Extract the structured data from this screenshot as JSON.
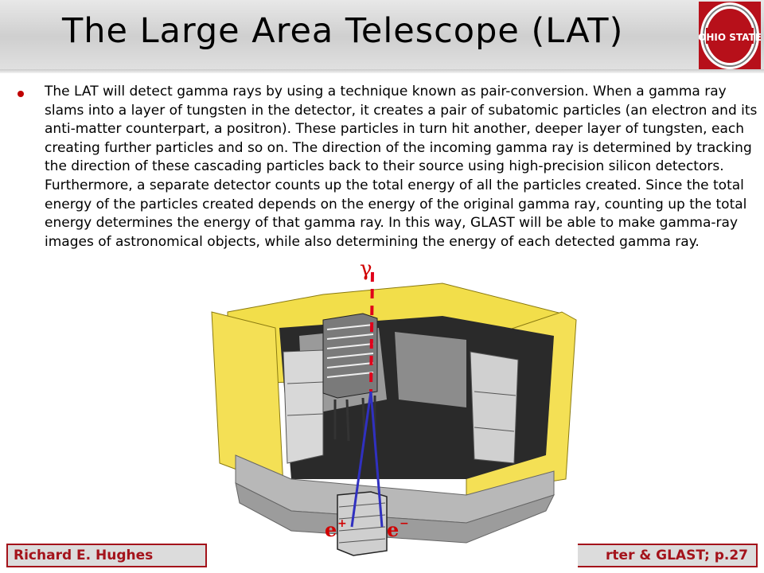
{
  "slide": {
    "title": "The Large Area Telescope (LAT)",
    "bullet_text": "The LAT will detect gamma rays by using a technique known as pair-conversion. When a gamma ray slams into a layer of tungsten in the detector, it creates a pair of subatomic particles (an electron and its anti-matter counterpart, a positron). These particles in turn hit another, deeper layer of tungsten, each creating further particles and so on. The direction of the incoming gamma ray is determined by tracking the direction of these cascading particles back to their source using high-precision silicon detectors. Furthermore, a separate detector counts up the total energy of all the particles created. Since the total energy of the particles created depends on the energy of the original gamma ray, counting up the total energy determines the energy of that gamma ray. In this way, GLAST will be able to make gamma-ray images of astronomical objects, while also determining the energy of each detected gamma ray."
  },
  "figure": {
    "gamma_label": "γ",
    "electron_label": "e",
    "positron_label": "e",
    "electron_sup": "+",
    "positron_sup": "−"
  },
  "logo": {
    "text": "OHIO STATE",
    "color": "#b7101a"
  },
  "footer": {
    "author": "Richard E. Hughes",
    "right_text": "rter & GLAST; p.27"
  },
  "colors": {
    "accent": "#a4131b",
    "bullet": "#c00000"
  }
}
